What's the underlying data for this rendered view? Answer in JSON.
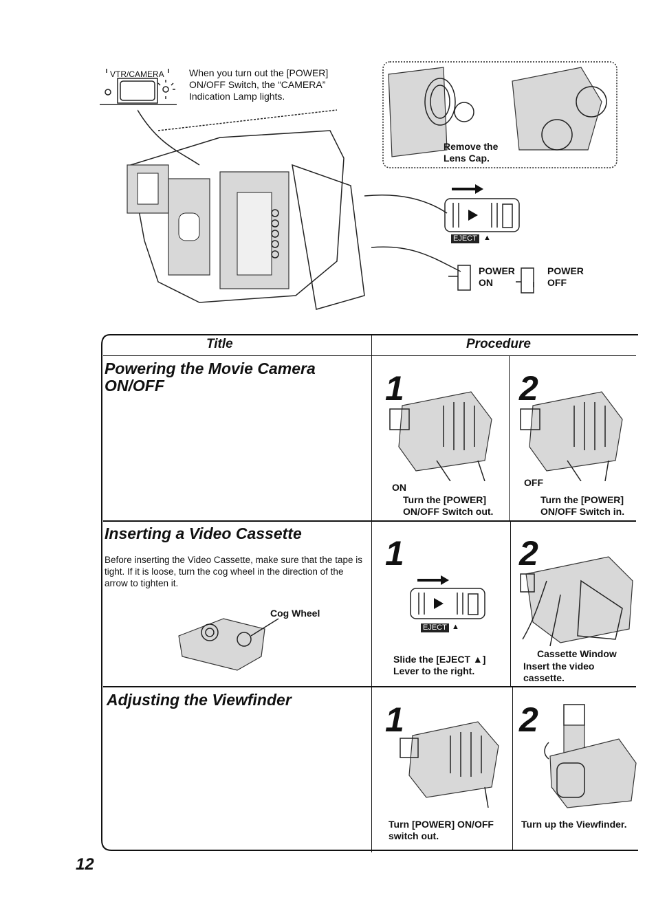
{
  "top": {
    "indicator_label": "VTR/CAMERA",
    "indicator_text": "When you turn out the [POWER] ON/OFF Switch, the “CAMERA” Indication Lamp lights.",
    "lens_cap_label": "Remove the Lens Cap.",
    "eject_label": "EJECT",
    "power_on_label": "POWER ON",
    "power_off_label": "POWER OFF"
  },
  "table": {
    "col_title": "Title",
    "col_procedure": "Procedure",
    "rows": [
      {
        "title": "Powering the Movie Camera ON/OFF",
        "description": "",
        "steps": [
          {
            "number": "1",
            "tag": "ON",
            "caption": "Turn the [POWER] ON/OFF Switch out."
          },
          {
            "number": "2",
            "tag": "OFF",
            "caption": "Turn the [POWER] ON/OFF Switch in."
          }
        ]
      },
      {
        "title": "Inserting a Video Cassette",
        "description": "Before inserting the Video Cassette, make sure that the tape is tight. If it is loose, turn the cog wheel in the direction of the arrow to tighten it.",
        "figure_label": "Cog Wheel",
        "steps": [
          {
            "number": "1",
            "tag": "EJECT",
            "caption": "Slide the [EJECT ▲] Lever to the right."
          },
          {
            "number": "2",
            "tag": "Cassette Window",
            "caption": "Insert the video cassette."
          }
        ]
      },
      {
        "title": "Adjusting the Viewfinder",
        "description": "",
        "steps": [
          {
            "number": "1",
            "tag": "",
            "caption": "Turn [POWER] ON/OFF switch out."
          },
          {
            "number": "2",
            "tag": "",
            "caption": "Turn up the Viewfinder."
          }
        ]
      }
    ]
  },
  "page_number": "12"
}
